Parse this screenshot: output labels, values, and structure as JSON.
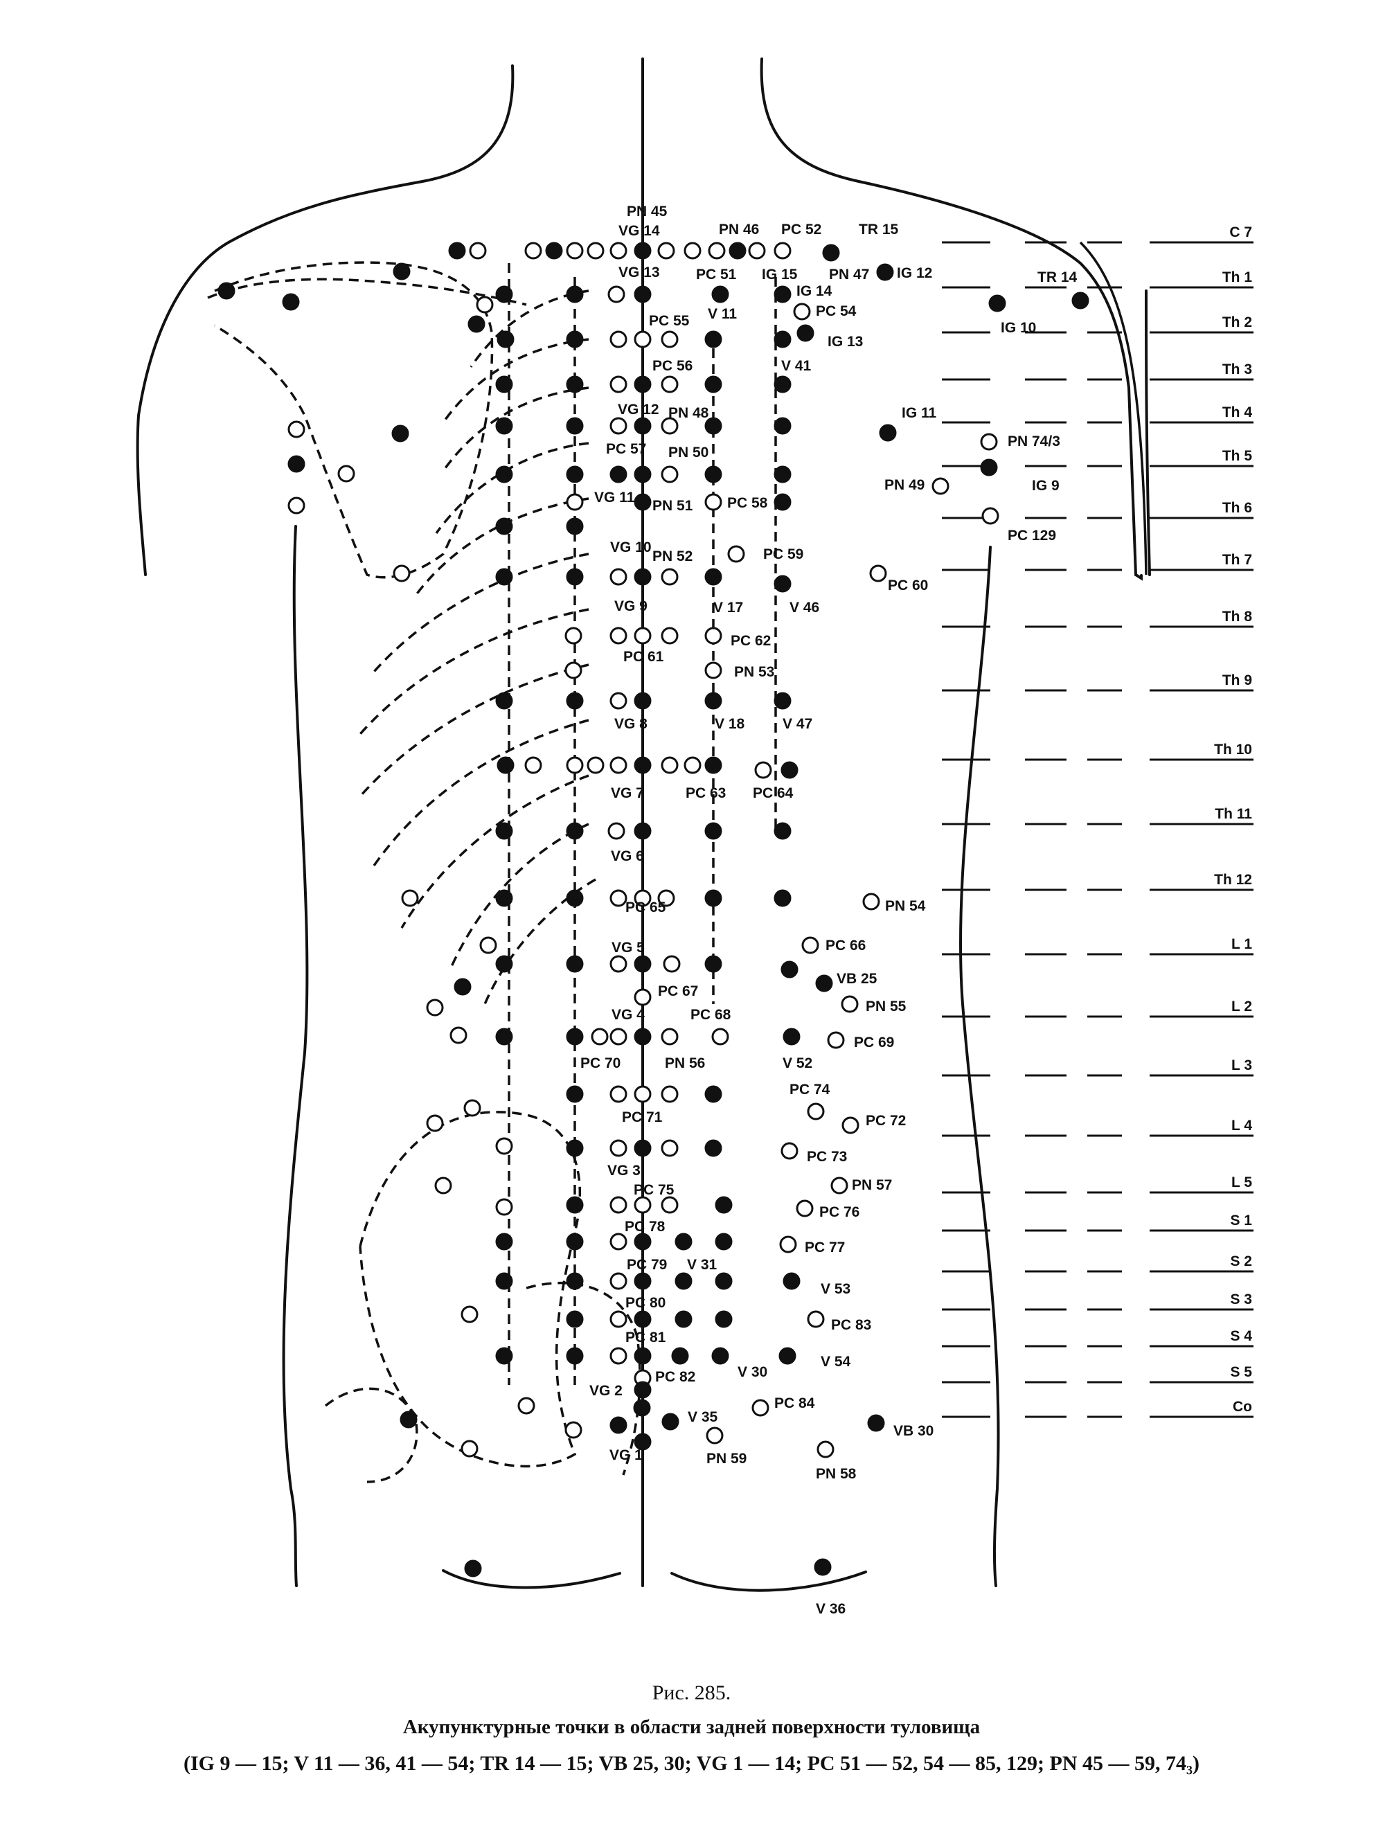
{
  "caption": {
    "figure_number": "Рис. 285.",
    "title": "Акупунктурные точки в области задней поверхности туловища",
    "legend": "(IG 9 — 15; V 11 — 36, 41 — 54; TR 14 — 15; VB 25, 30; VG 1 — 14; PC 51 — 52, 54 — 85, 129; PN 45 — 59, 74₃)"
  },
  "levels": [
    "C 7",
    "Th 1",
    "Th 2",
    "Th 3",
    "Th 4",
    "Th 5",
    "Th 6",
    "Th 7",
    "Th 8",
    "Th 9",
    "Th 10",
    "Th 11",
    "Th 12",
    "L 1",
    "L 2",
    "L 3",
    "L 4",
    "L 5",
    "S 1",
    "S 2",
    "S 3",
    "S 4",
    "S 5",
    "Co"
  ],
  "point_labels": [
    "PN 45",
    "VG 14",
    "PN 46",
    "PC 52",
    "TR 15",
    "VG 13",
    "PC 51",
    "IG 15",
    "PN 47",
    "IG 14",
    "IG 12",
    "TR 14",
    "PC 55",
    "V 11",
    "PC 54",
    "IG 13",
    "IG 10",
    "PC 56",
    "V 41",
    "VG 12",
    "PN 48",
    "IG 11",
    "PN 74/3",
    "PC 57",
    "PN 50",
    "IG 9",
    "PN 49",
    "VG 11",
    "PN 51",
    "PC 58",
    "PC 129",
    "VG 10",
    "PN 52",
    "PC 59",
    "PC 60",
    "VG 9",
    "V 17",
    "V 46",
    "PC 62",
    "PC 61",
    "PN 53",
    "VG 8",
    "V 18",
    "V 47",
    "VG 7",
    "PC 63",
    "PC 64",
    "VG 6",
    "PC 65",
    "PN 54",
    "VG 5",
    "PC 66",
    "VB 25",
    "PC 67",
    "PN 55",
    "VG 4",
    "PC 68",
    "PC 69",
    "PC 70",
    "PN 56",
    "V 52",
    "PC 74",
    "PC 71",
    "PC 72",
    "VG 3",
    "PC 73",
    "PN 57",
    "PC 75",
    "PC 76",
    "PC 78",
    "PC 77",
    "PC 79",
    "V 31",
    "V 53",
    "PC 80",
    "PC 83",
    "PC 81",
    "V 54",
    "PC 82",
    "V 30",
    "VG 2",
    "PC 84",
    "V 35",
    "VB 30",
    "VG 1",
    "PN 59",
    "PN 58",
    "V 36"
  ],
  "colors": {
    "ink": "#111111",
    "paper": "#ffffff"
  }
}
